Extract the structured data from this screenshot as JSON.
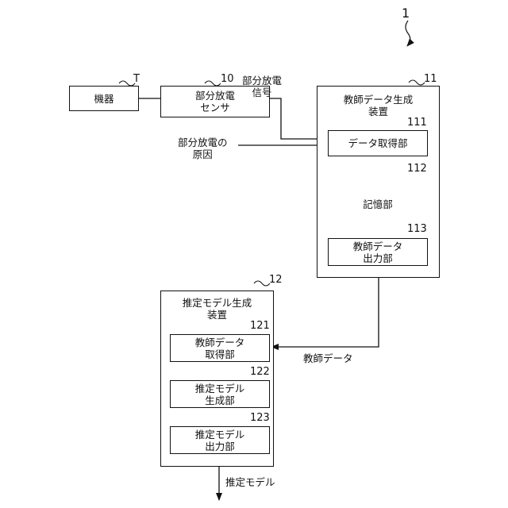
{
  "figure_number": "1",
  "device": {
    "label": "機器",
    "ref": "T"
  },
  "sensor": {
    "label": "部分放電\nセンサ",
    "ref": "10"
  },
  "signal_label": "部分放電\n信号",
  "cause_label": "部分放電の\n原因",
  "teacher_gen": {
    "label": "教師データ生成\n装置",
    "ref": "11",
    "acquire": {
      "label": "データ取得部",
      "ref": "111"
    },
    "storage": {
      "label": "記憶部",
      "ref": "112"
    },
    "output": {
      "label": "教師データ\n出力部",
      "ref": "113"
    }
  },
  "teacher_data_label": "教師データ",
  "model_gen": {
    "label": "推定モデル生成\n装置",
    "ref": "12",
    "acquire": {
      "label": "教師データ\n取得部",
      "ref": "121"
    },
    "generate": {
      "label": "推定モデル\n生成部",
      "ref": "122"
    },
    "output": {
      "label": "推定モデル\n出力部",
      "ref": "123"
    }
  },
  "model_output_label": "推定モデル"
}
